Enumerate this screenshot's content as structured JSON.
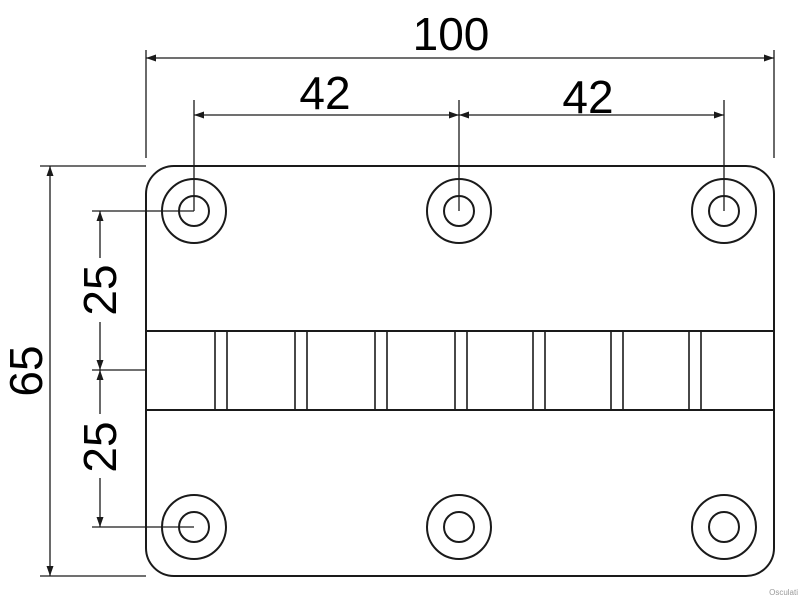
{
  "dimensions": {
    "overall_width": "100",
    "hole_spacing_left": "42",
    "hole_spacing_right": "42",
    "overall_height": "65",
    "hole_offset_top": "25",
    "hole_offset_bottom": "25"
  },
  "watermark": "Osculati"
}
